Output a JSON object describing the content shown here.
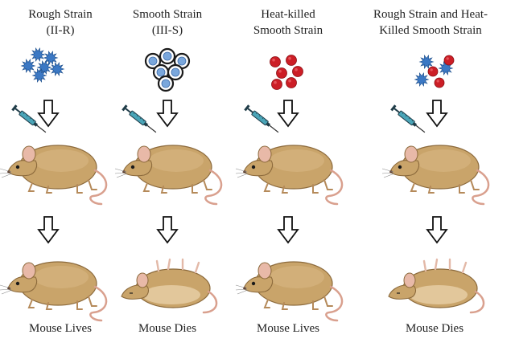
{
  "columns": [
    {
      "id": "rough",
      "title_lines": [
        "Rough Strain",
        "(II-R)"
      ],
      "outcome": "Mouse Lives",
      "bacteria": "spiky-blue",
      "mouse_state": "alive"
    },
    {
      "id": "smooth",
      "title_lines": [
        "Smooth Strain",
        "(III-S)"
      ],
      "outcome": "Mouse Dies",
      "bacteria": "encapsulated-blue",
      "mouse_state": "dead"
    },
    {
      "id": "heat-killed",
      "title_lines": [
        "Heat-killed",
        "Smooth Strain"
      ],
      "outcome": "Mouse Lives",
      "bacteria": "red",
      "mouse_state": "alive"
    },
    {
      "id": "mixed",
      "title_lines": [
        "Rough Strain and Heat-",
        "Killed Smooth Strain"
      ],
      "outcome": "Mouse Dies",
      "bacteria": "mixed",
      "mouse_state": "dead"
    }
  ],
  "colors": {
    "text": "#222222",
    "rough_bacteria": "#3b78c4",
    "smooth_bacteria_fill": "#7aa7dc",
    "capsule_ring": "#1a1a1a",
    "heat_killed_bacteria": "#cc1e26",
    "mouse_fur": "#c9a46a",
    "mouse_fur_dark": "#8c6a3c",
    "mouse_ear": "#e8b9a8",
    "syringe_body": "#4aa5b8"
  },
  "icons": [
    "arrow-down-icon",
    "syringe-icon",
    "mouse-icon",
    "bacteria-icon"
  ]
}
